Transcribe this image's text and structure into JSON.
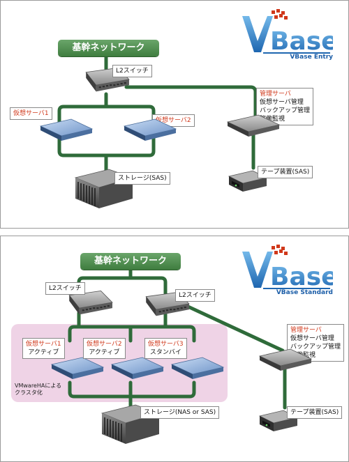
{
  "entry": {
    "logo": {
      "text": "Base",
      "edition": "VBase Entry"
    },
    "network": "基幹ネットワーク",
    "l2_switch": "L2スイッチ",
    "virtual_server_1": "仮想サーバ1",
    "virtual_server_2": "仮想サーバ2",
    "storage": "ストレージ(SAS)",
    "management_server": {
      "title": "管理サーバ",
      "lines": [
        "仮想サーバ管理",
        "バックアップ管理",
        "稼働監視"
      ]
    },
    "tape": "テープ装置(SAS)"
  },
  "standard": {
    "logo": {
      "text": "Base",
      "edition": "VBase Standard"
    },
    "network": "基幹ネットワーク",
    "l2_switch_left": "L2スイッチ",
    "l2_switch_right": "L2スイッチ",
    "virtual_server_1": {
      "title": "仮想サーバ1",
      "state": "アクティブ"
    },
    "virtual_server_2": {
      "title": "仮想サーバ2",
      "state": "アクティブ"
    },
    "virtual_server_3": {
      "title": "仮想サーバ3",
      "state": "スタンバイ"
    },
    "cluster_note": [
      "VMwareHAによる",
      "クラスタ化"
    ],
    "storage": "ストレージ(NAS or SAS)",
    "management_server": {
      "title": "管理サーバ",
      "lines": [
        "仮想サーバ管理",
        "バックアップ管理",
        "稼働監視"
      ]
    },
    "tape": "テープ装置(SAS)"
  },
  "colors": {
    "line": "#2f6b3a",
    "accent": "#d0381b",
    "cluster": "#efd3e6",
    "server_blue": "#8fb3e0"
  }
}
